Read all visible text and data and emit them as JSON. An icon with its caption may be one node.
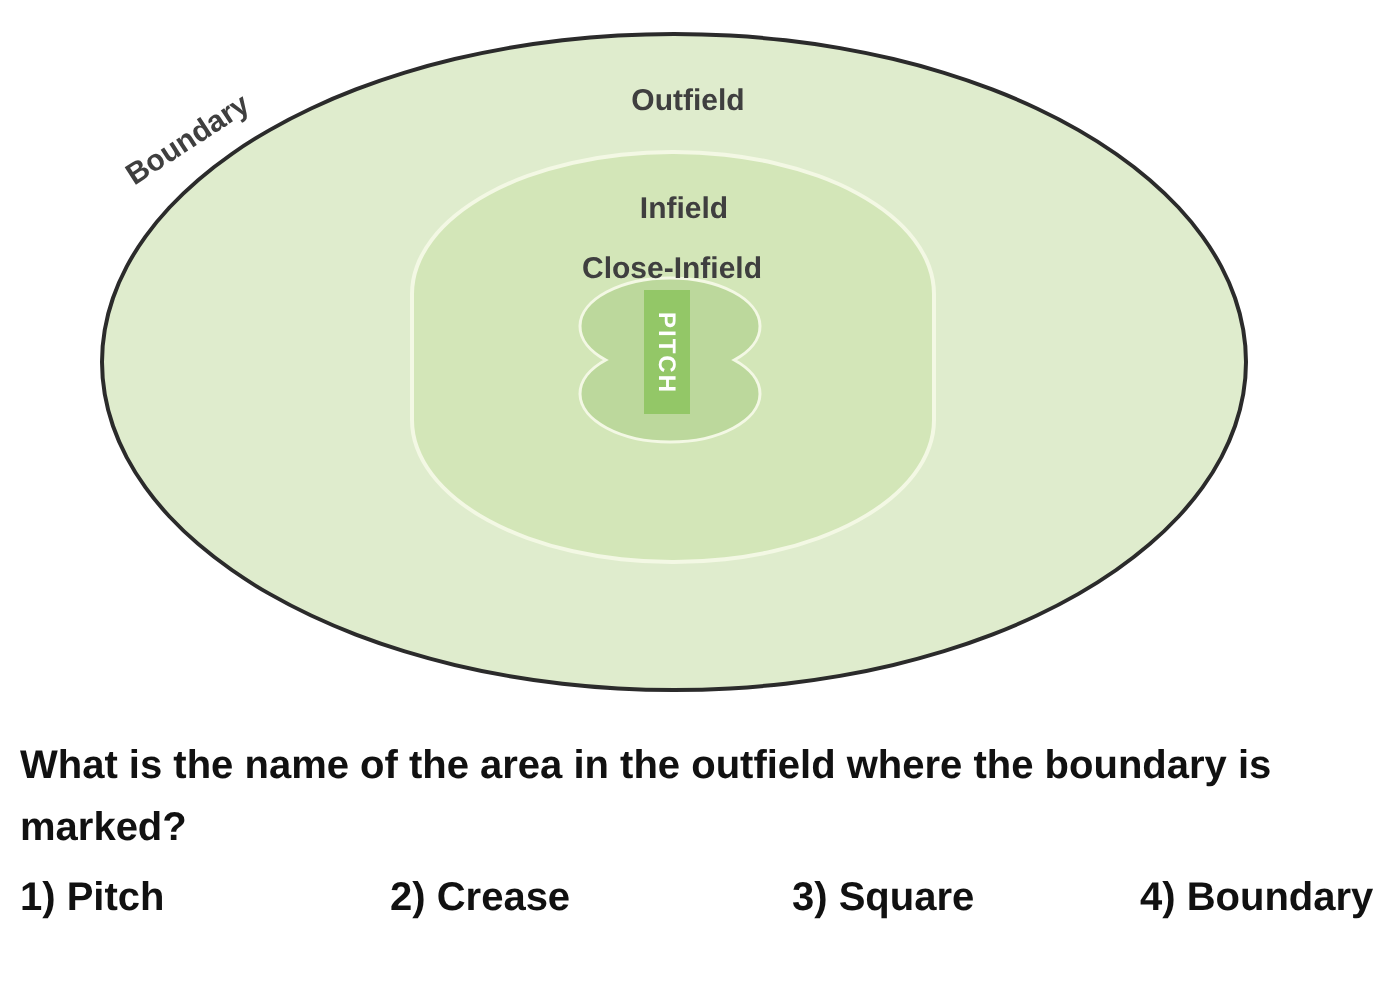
{
  "diagram": {
    "nodes": [
      {
        "text": [
          "Outfield"
        ],
        "beside": [
          "Boundary"
        ]
      },
      {
        "text": [
          "Infield"
        ],
        "in": 0
      },
      {
        "text": [
          "Close-Infield"
        ],
        "in": 1
      },
      {
        "text": [
          "PITCH"
        ],
        "in": 2
      }
    ],
    "labels": [
      "What is the name of the area in the outfield where the boundary is marked?",
      "1) Pitch",
      "2) Crease",
      "3) Square",
      "4) Boundary"
    ]
  }
}
